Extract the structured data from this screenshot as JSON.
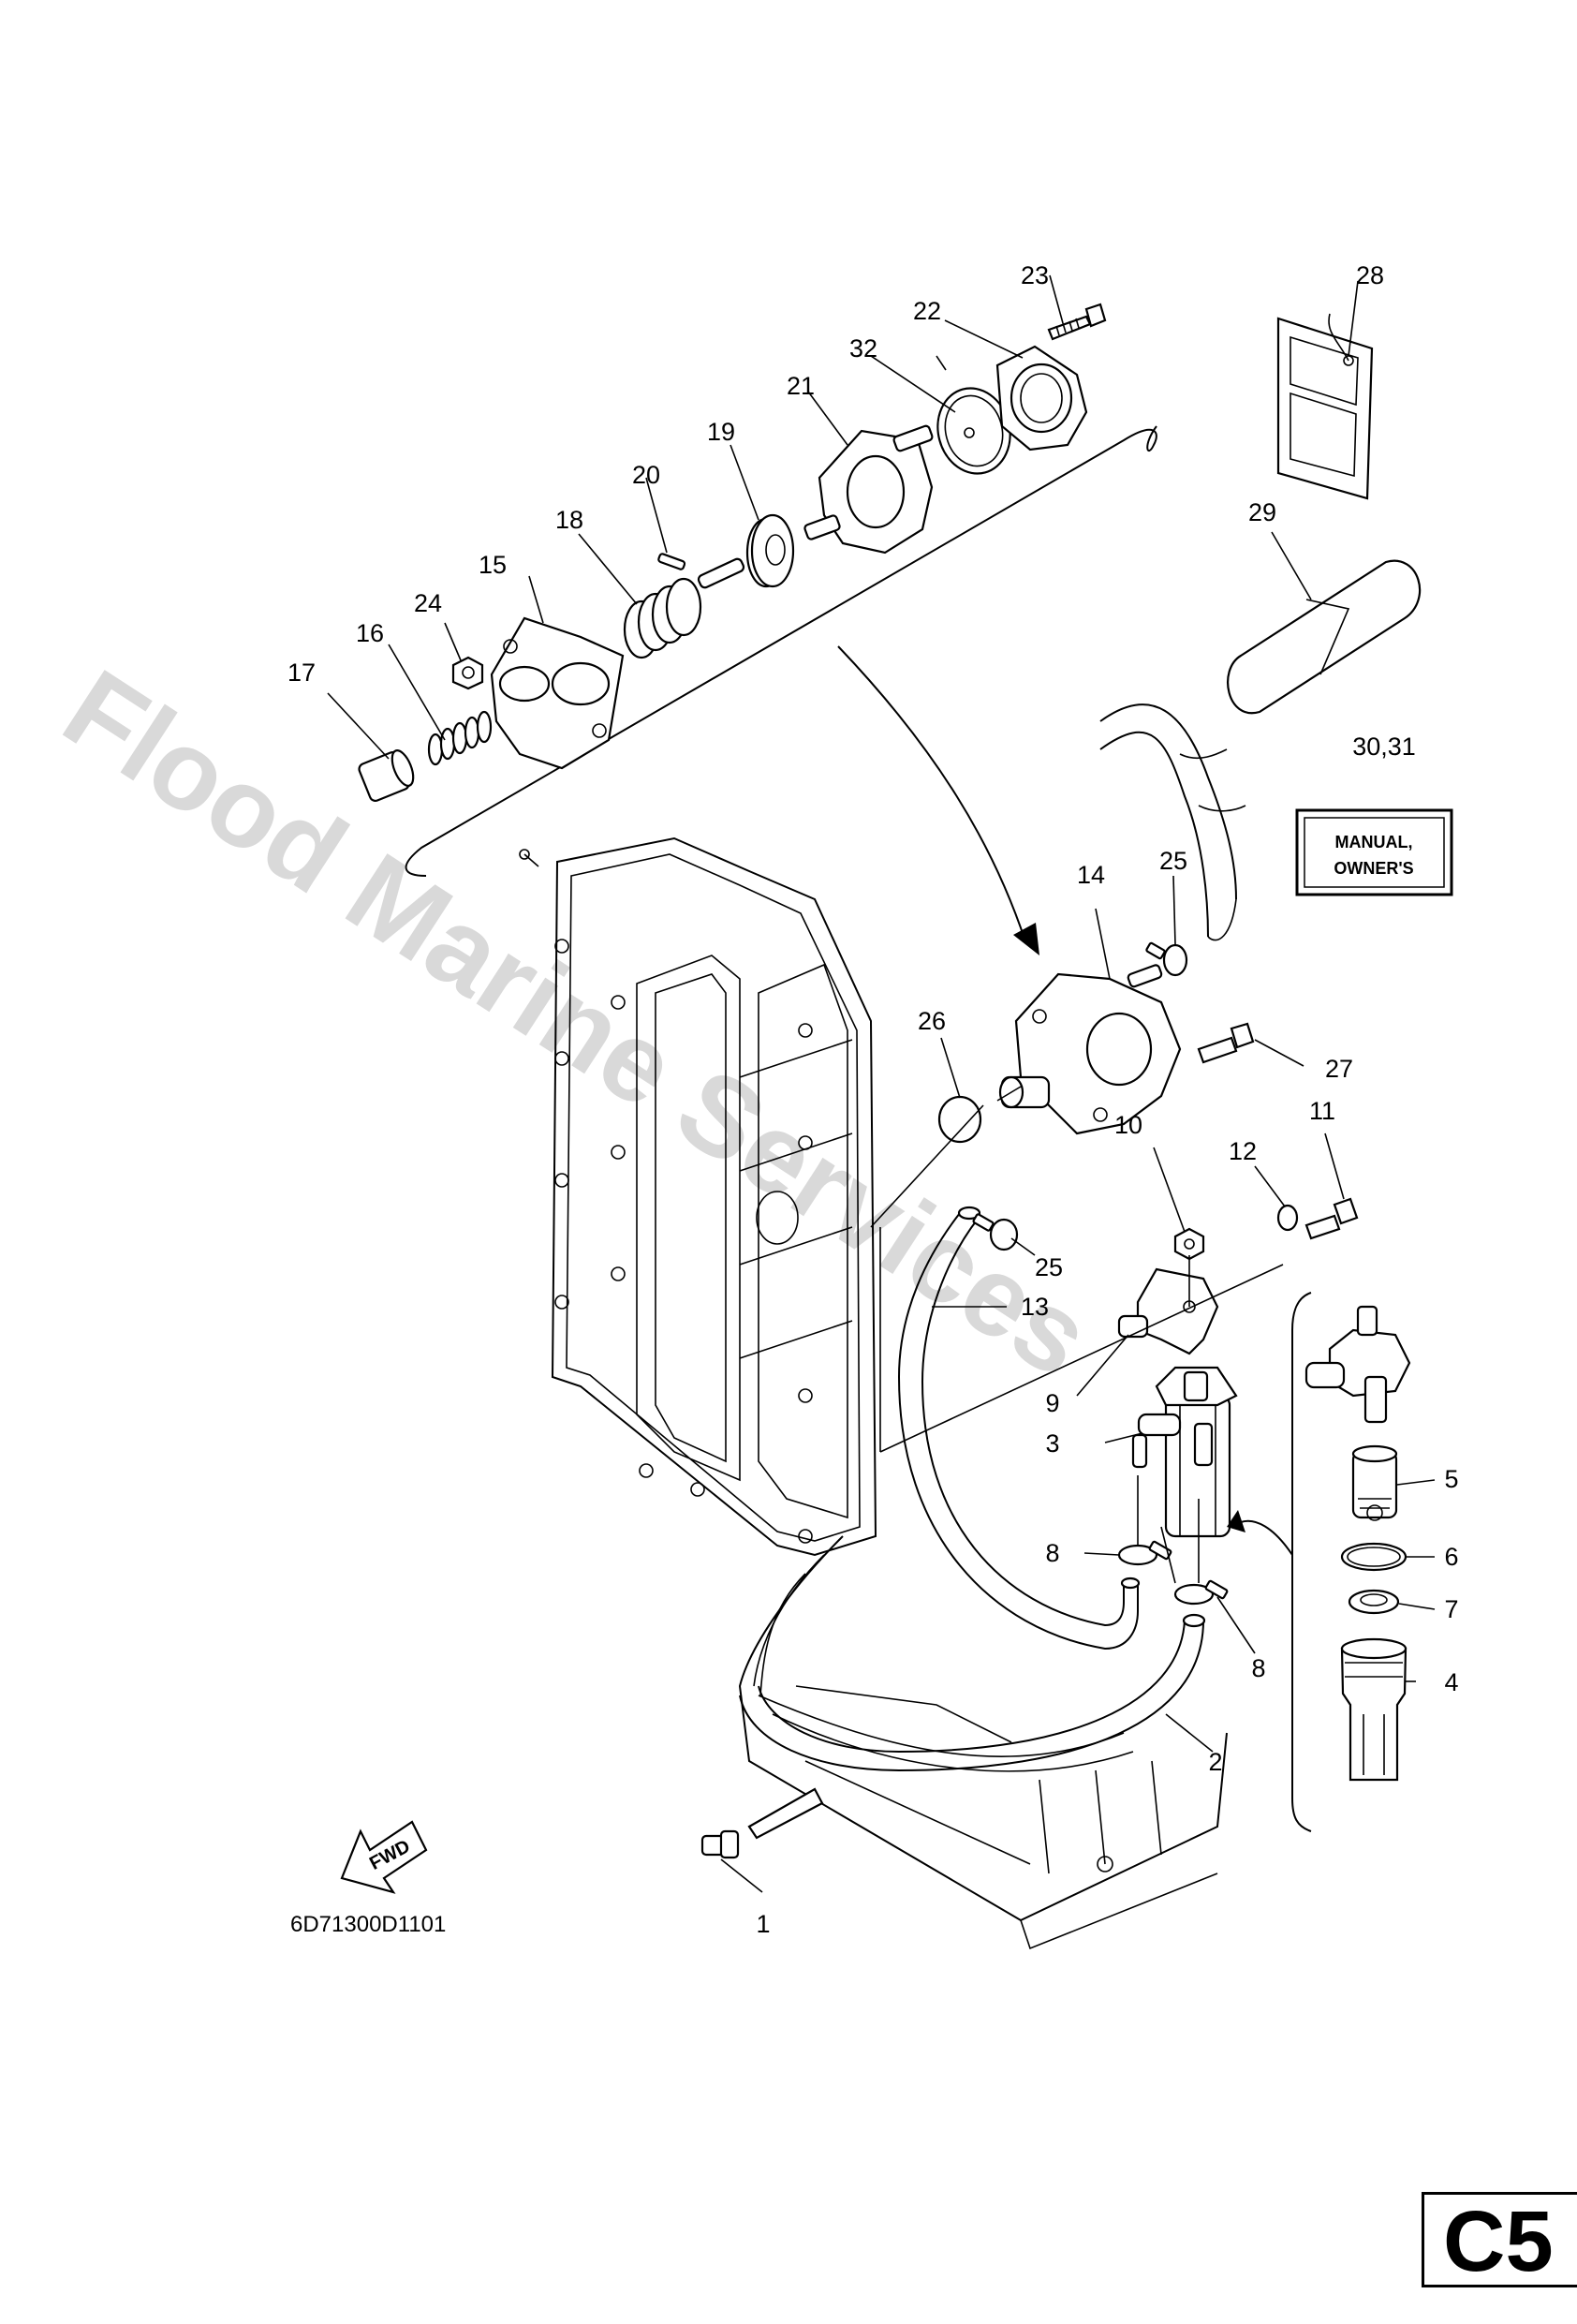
{
  "watermark": "Flood Marine Services",
  "diagram_code": "6D71300D1101",
  "page_badge": "C5",
  "fwd_label": "FWD",
  "manual_tag": {
    "line1": "MANUAL,",
    "line2": "OWNER'S"
  },
  "callouts": {
    "c1": "1",
    "c2": "2",
    "c3": "3",
    "c4": "4",
    "c5": "5",
    "c6": "6",
    "c7": "7",
    "c8a": "8",
    "c8b": "8",
    "c9": "9",
    "c10": "10",
    "c11": "11",
    "c12": "12",
    "c13": "13",
    "c14": "14",
    "c15": "15",
    "c16": "16",
    "c17": "17",
    "c18": "18",
    "c19": "19",
    "c20": "20",
    "c21": "21",
    "c22": "22",
    "c23": "23",
    "c24": "24",
    "c25a": "25",
    "c25b": "25",
    "c26": "26",
    "c27": "27",
    "c28": "28",
    "c29": "29",
    "c3031": "30,31",
    "c32": "32"
  },
  "colors": {
    "line": "#000000",
    "watermark": "#d9d9d9",
    "background": "#ffffff"
  }
}
